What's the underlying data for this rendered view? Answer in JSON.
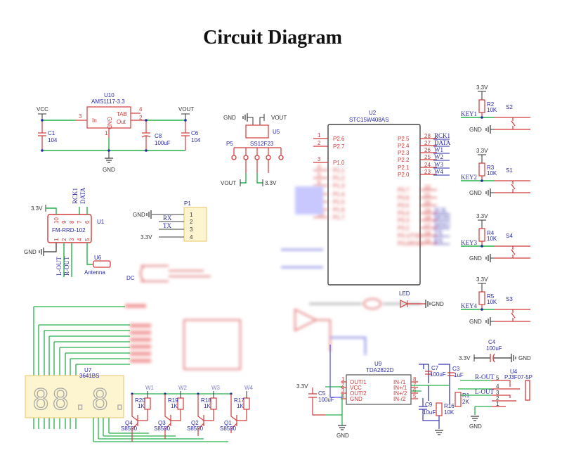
{
  "title": "Circuit Diagram",
  "regulator": {
    "ref": "U10",
    "part": "AMS1117-3.3",
    "pins": {
      "in": "In",
      "gnd": "GND",
      "tab": "TAB",
      "out": "Out",
      "n_in": "3",
      "n_tab": "4",
      "n_out": "2",
      "n_gnd": "1"
    },
    "vcc": "VCC",
    "vout": "VOUT",
    "gnd": "GND",
    "c1": {
      "ref": "C1",
      "value": "104"
    },
    "c8": {
      "ref": "C8",
      "value": "100uF"
    },
    "c6": {
      "ref": "C6",
      "value": "104"
    }
  },
  "switch": {
    "gnd": "GND",
    "vout_top": "VOUT",
    "ref": "U5",
    "conn": "P5",
    "part": "SS12F23",
    "vout_bottom": "VOUT",
    "v33": "3.3V"
  },
  "mcu": {
    "ref": "U2",
    "part": "STC15W408AS",
    "left_pins": [
      {
        "num": "1",
        "name": "P2.6"
      },
      {
        "num": "2",
        "name": "P2.7"
      },
      {
        "num": "3",
        "name": "P1.0"
      },
      {
        "num": "4",
        "name": "P1.1"
      },
      {
        "num": "5",
        "name": "P1.2"
      },
      {
        "num": "6",
        "name": "P1.3"
      },
      {
        "num": "7",
        "name": "P1.4"
      },
      {
        "num": "8",
        "name": "P1.5"
      },
      {
        "num": "9",
        "name": "P1.6"
      },
      {
        "num": "10",
        "name": "P1.7"
      }
    ],
    "right_pins": [
      {
        "num": "28",
        "name": "P2.5",
        "net": "RCK1"
      },
      {
        "num": "27",
        "name": "P2.4",
        "net": "DATA"
      },
      {
        "num": "26",
        "name": "P2.3",
        "net": "W1"
      },
      {
        "num": "25",
        "name": "P2.2",
        "net": "W2"
      },
      {
        "num": "24",
        "name": "P2.1",
        "net": "W3"
      },
      {
        "num": "23",
        "name": "P2.0",
        "net": "W4"
      },
      {
        "num": "22",
        "name": "P3.7",
        "net": ""
      },
      {
        "num": "21",
        "name": "P3.6",
        "net": ""
      },
      {
        "num": "20",
        "name": "P3.5",
        "net": ""
      },
      {
        "num": "19",
        "name": "P3.4",
        "net": "SCK"
      },
      {
        "num": "18",
        "name": "P3.3",
        "net": "MOSI"
      },
      {
        "num": "17",
        "name": "P3.2",
        "net": "MISO"
      },
      {
        "num": "16",
        "name": "P3.1/TXD",
        "net": "TX"
      },
      {
        "num": "15",
        "name": "P3.0/RXD",
        "net": "RX"
      }
    ]
  },
  "keys": [
    {
      "v": "3.3V",
      "r": "R2",
      "rv": "10K",
      "net": "KEY1",
      "sw": "S2",
      "gnd": "GND"
    },
    {
      "v": "3.3V",
      "r": "R3",
      "rv": "10K",
      "net": "KEY2",
      "sw": "S1",
      "gnd": "GND"
    },
    {
      "v": "3.3V",
      "r": "R4",
      "rv": "10K",
      "net": "KEY3",
      "sw": "S4",
      "gnd": "GND"
    },
    {
      "v": "3.3V",
      "r": "R5",
      "rv": "10K",
      "net": "KEY4",
      "sw": "S3",
      "gnd": "GND"
    }
  ],
  "radio": {
    "ref": "U1",
    "part": "FM-RRD-102",
    "v33": "3.3V",
    "gnd": "GND",
    "top_pins": [
      "10",
      "9",
      "8",
      "7",
      "6"
    ],
    "bottom_pins": [
      "1",
      "2",
      "3",
      "4",
      "5"
    ],
    "top_nets": [
      "RCK1",
      "DATA"
    ],
    "bottom_nets": [
      "L-OUT",
      "R-OUT"
    ],
    "antenna_ref": "U6",
    "antenna": "Antenna"
  },
  "header": {
    "ref": "P1",
    "gnd": "GND",
    "nets": [
      "RX",
      "TX"
    ],
    "v33": "3.3V",
    "pins": [
      "1",
      "2",
      "3",
      "4"
    ]
  },
  "dc": {
    "label": "DC"
  },
  "display": {
    "ref": "U7",
    "part": "3641BS",
    "digits": "88.8."
  },
  "transistors": [
    {
      "q": "Q4",
      "part": "S8550",
      "r": "R20",
      "rv": "1K",
      "net": "W1"
    },
    {
      "q": "Q3",
      "part": "S8550",
      "r": "R19",
      "rv": "1K",
      "net": "W2"
    },
    {
      "q": "Q2",
      "part": "S8550",
      "r": "R18",
      "rv": "1K",
      "net": "W3"
    },
    {
      "q": "Q1",
      "part": "S8550",
      "r": "R17",
      "rv": "1K",
      "net": "W4"
    }
  ],
  "amp": {
    "ref": "U9",
    "part": "TDA2822D",
    "v33": "3.3V",
    "gnd": "GND",
    "left_pins": [
      {
        "num": "1",
        "name": "OUT/1"
      },
      {
        "num": "2",
        "name": "VCC"
      },
      {
        "num": "3",
        "name": "OUT/2"
      },
      {
        "num": "4",
        "name": "GND"
      }
    ],
    "right_pins": [
      {
        "num": "8",
        "name": "IN-/1"
      },
      {
        "num": "7",
        "name": "IN+/1"
      },
      {
        "num": "6",
        "name": "IN+/2"
      },
      {
        "num": "5",
        "name": "IN-/2"
      }
    ],
    "c5": {
      "ref": "C5",
      "value": "100uF"
    },
    "c7": {
      "ref": "C7",
      "value": "100uF"
    },
    "c3": {
      "ref": "C3",
      "value": "1uF"
    },
    "c9": {
      "ref": "C9",
      "value": "10uF"
    },
    "r16": {
      "ref": "R16",
      "value": "10K"
    },
    "r1": {
      "ref": "R1",
      "value": "2K"
    }
  },
  "audio_jack": {
    "c4": {
      "ref": "C4",
      "value": "100uF"
    },
    "v33": "3.3V",
    "gnd": "GND",
    "ref": "U4",
    "part": "PJ3F07-5P",
    "nets": [
      "R-OUT",
      "L-OUT"
    ],
    "pins": [
      "5",
      "4",
      "3",
      "2",
      "1"
    ]
  },
  "led": {
    "label": "LED",
    "gnd": "GND"
  }
}
